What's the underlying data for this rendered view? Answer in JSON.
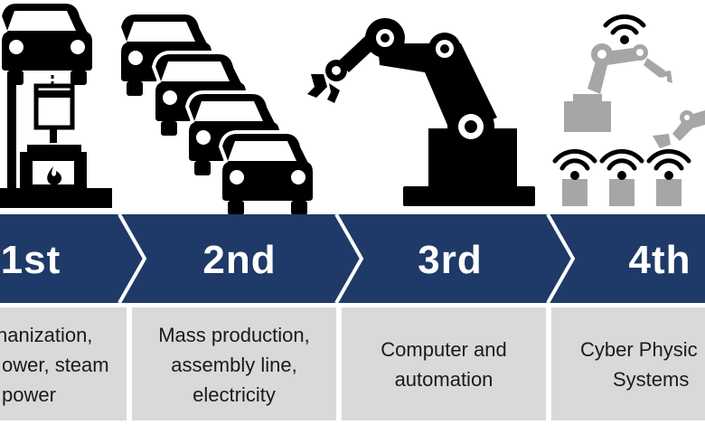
{
  "stages": [
    {
      "label": "1st",
      "lines": [
        "nanization,",
        "ower, steam",
        "power"
      ]
    },
    {
      "label": "2nd",
      "lines": [
        "Mass production,",
        "assembly line,",
        "electricity"
      ]
    },
    {
      "label": "3rd",
      "lines": [
        "Computer and",
        "automation"
      ]
    },
    {
      "label": "4th",
      "lines": [
        "Cyber Physic",
        "Systems"
      ]
    }
  ],
  "colors": {
    "band": "#1f3a68",
    "divider": "#ffffff",
    "desc_bg": "#d9d9d9",
    "icon": "#000000",
    "icon_grey": "#a6a6a6"
  },
  "icons": [
    "steam-engine-icon",
    "cars-assembly-icon",
    "robot-arm-icon",
    "iot-robots-wifi-icon"
  ]
}
